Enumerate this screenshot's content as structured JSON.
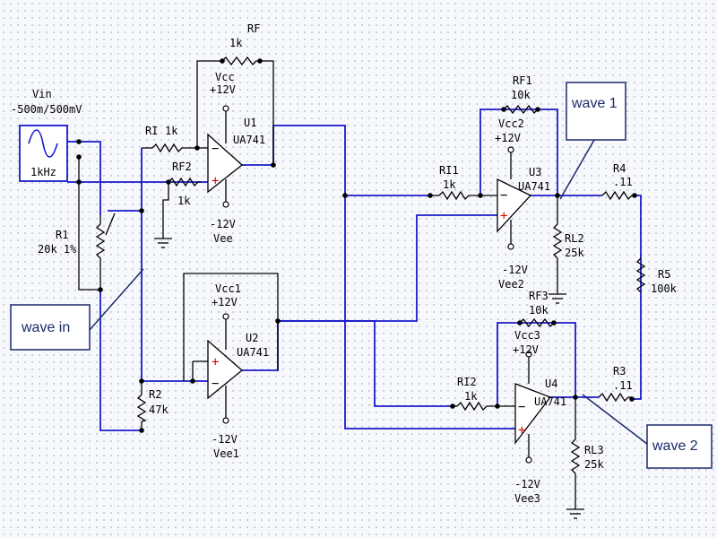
{
  "source": {
    "name": "Vin",
    "range": "-500m/500mV",
    "freq": "1kHz"
  },
  "labels": {
    "rf": "RF",
    "rf_val": "1k",
    "ri": "RI",
    "ri_val": "1k",
    "rf2": "RF2",
    "rf2_val": "1k",
    "r1": "R1",
    "r1_val": "20k 1%",
    "r2": "R2",
    "r2_val": "47k",
    "rf1": "RF1",
    "rf1_val": "10k",
    "ri1": "RI1",
    "ri1_val": "1k",
    "rl2": "RL2",
    "rl2_val": "25k",
    "r4": "R4",
    "r4_val": ".11",
    "r5": "R5",
    "r5_val": "100k",
    "rf3": "RF3",
    "rf3_val": "10k",
    "ri2": "RI2",
    "ri2_val": "1k",
    "r3": "R3",
    "r3_val": ".11",
    "rl3": "RL3",
    "rl3_val": "25k"
  },
  "opamps": {
    "u1": {
      "ref": "U1",
      "model": "UA741",
      "vcc": "Vcc",
      "vcc_val": "+12V",
      "vee_val": "-12V",
      "vee": "Vee"
    },
    "u2": {
      "ref": "U2",
      "model": "UA741",
      "vcc": "Vcc1",
      "vcc_val": "+12V",
      "vee_val": "-12V",
      "vee": "Vee1"
    },
    "u3": {
      "ref": "U3",
      "model": "UA741",
      "vcc": "Vcc2",
      "vcc_val": "+12V",
      "vee_val": "-12V",
      "vee": "Vee2"
    },
    "u4": {
      "ref": "U4",
      "model": "UA741",
      "vcc": "Vcc3",
      "vcc_val": "+12V",
      "vee_val": "-12V",
      "vee": "Vee3"
    }
  },
  "callouts": {
    "wave_in": "wave in",
    "wave_1": "wave 1",
    "wave_2": "wave 2"
  },
  "colors": {
    "wire": "#1a1acc",
    "callout_border": "#1a2a6a",
    "plus_sign": "#e00000"
  }
}
